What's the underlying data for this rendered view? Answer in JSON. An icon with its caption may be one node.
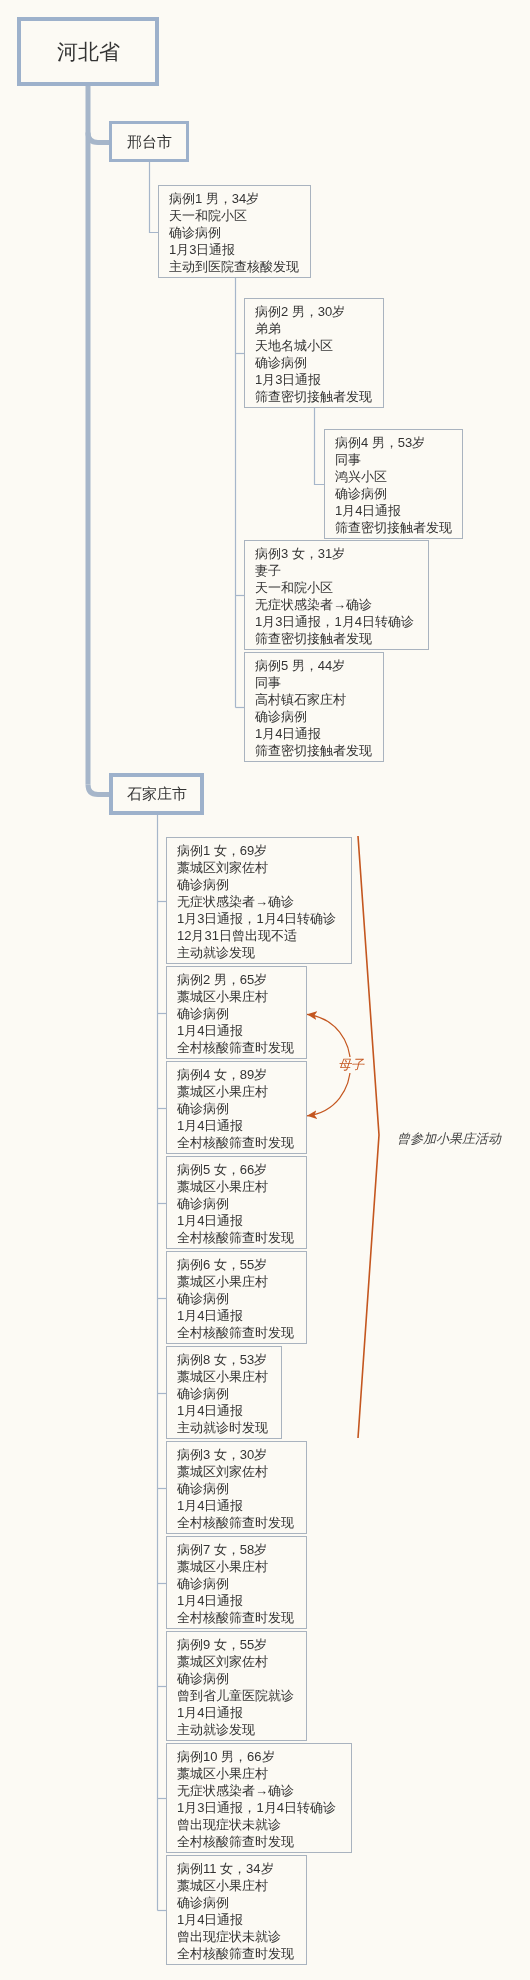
{
  "diagram": {
    "nodes": [
      {
        "text": [
          "河北省"
        ]
      },
      {
        "text": [
          "邢台市"
        ]
      },
      {
        "text": [
          "病例1 男，34岁",
          "天一和院小区",
          "确诊病例",
          "1月3日通报",
          "主动到医院查核酸发现"
        ]
      },
      {
        "text": [
          "病例2 男，30岁",
          "弟弟",
          "天地名城小区",
          "确诊病例",
          "1月3日通报",
          "筛查密切接触者发现"
        ]
      },
      {
        "text": [
          "病例4 男，53岁",
          "同事",
          "鸿兴小区",
          "确诊病例",
          "1月4日通报",
          "筛查密切接触者发现"
        ]
      },
      {
        "text": [
          "病例3 女，31岁",
          "妻子",
          "天一和院小区",
          "无症状感染者→确诊",
          "1月3日通报，1月4日转确诊",
          "筛查密切接触者发现"
        ]
      },
      {
        "text": [
          "病例5 男，44岁",
          "同事",
          "高村镇石家庄村",
          "确诊病例",
          "1月4日通报",
          "筛查密切接触者发现"
        ]
      },
      {
        "text": [
          "石家庄市"
        ]
      },
      {
        "text": [
          "病例1 女，69岁",
          "藁城区刘家佐村",
          "确诊病例",
          "无症状感染者→确诊",
          "1月3日通报，1月4日转确诊",
          "12月31日曾出现不适",
          "主动就诊发现"
        ]
      },
      {
        "text": [
          "病例2 男，65岁",
          "藁城区小果庄村",
          "确诊病例",
          "1月4日通报",
          "全村核酸筛查时发现"
        ]
      },
      {
        "text": [
          "病例4 女，89岁",
          "藁城区小果庄村",
          "确诊病例",
          "1月4日通报",
          "全村核酸筛查时发现"
        ]
      },
      {
        "text": [
          "病例5 女，66岁",
          "藁城区小果庄村",
          "确诊病例",
          "1月4日通报",
          "全村核酸筛查时发现"
        ]
      },
      {
        "text": [
          "病例6 女，55岁",
          "藁城区小果庄村",
          "确诊病例",
          "1月4日通报",
          "全村核酸筛查时发现"
        ]
      },
      {
        "text": [
          "病例8 女，53岁",
          "藁城区小果庄村",
          "确诊病例",
          "1月4日通报",
          "主动就诊时发现"
        ]
      },
      {
        "text": [
          "病例3 女，30岁",
          "藁城区刘家佐村",
          "确诊病例",
          "1月4日通报",
          "全村核酸筛查时发现"
        ]
      },
      {
        "text": [
          "病例7 女，58岁",
          "藁城区小果庄村",
          "确诊病例",
          "1月4日通报",
          "全村核酸筛查时发现"
        ]
      },
      {
        "text": [
          "病例9 女，55岁",
          "藁城区刘家佐村",
          "确诊病例",
          "曾到省儿童医院就诊",
          "1月4日通报",
          "主动就诊发现"
        ]
      },
      {
        "text": [
          "病例10 男，66岁",
          "藁城区小果庄村",
          "无症状感染者→确诊",
          "1月3日通报，1月4日转确诊",
          "曾出现症状未就诊",
          "全村核酸筛查时发现"
        ]
      },
      {
        "text": [
          "病例11 女，34岁",
          "藁城区小果庄村",
          "确诊病例",
          "1月4日通报",
          "曾出现症状未就诊",
          "全村核酸筛查时发现"
        ]
      }
    ],
    "edges": [
      {
        "from": 0,
        "to": 1,
        "arrow": "none",
        "style": "thick"
      },
      {
        "from": 0,
        "to": 7,
        "arrow": "none",
        "style": "thick"
      },
      {
        "from": 1,
        "to": 2,
        "arrow": "none"
      },
      {
        "from": 2,
        "to": 3,
        "arrow": "none"
      },
      {
        "from": 2,
        "to": 5,
        "arrow": "none"
      },
      {
        "from": 2,
        "to": 6,
        "arrow": "none"
      },
      {
        "from": 3,
        "to": 4,
        "arrow": "none"
      },
      {
        "from": 7,
        "to": 8,
        "arrow": "none"
      },
      {
        "from": 7,
        "to": 9,
        "arrow": "none"
      },
      {
        "from": 7,
        "to": 10,
        "arrow": "none"
      },
      {
        "from": 7,
        "to": 11,
        "arrow": "none"
      },
      {
        "from": 7,
        "to": 12,
        "arrow": "none"
      },
      {
        "from": 7,
        "to": 13,
        "arrow": "none"
      },
      {
        "from": 7,
        "to": 14,
        "arrow": "none"
      },
      {
        "from": 7,
        "to": 15,
        "arrow": "none"
      },
      {
        "from": 7,
        "to": 16,
        "arrow": "none"
      },
      {
        "from": 7,
        "to": 17,
        "arrow": "none"
      },
      {
        "from": 7,
        "to": 18,
        "arrow": "none"
      },
      {
        "from": 9,
        "to": 10,
        "arrow": "both",
        "label": "母子",
        "color": "#c4561f"
      }
    ],
    "labels": [
      "曾参加小果庄活动"
    ]
  }
}
